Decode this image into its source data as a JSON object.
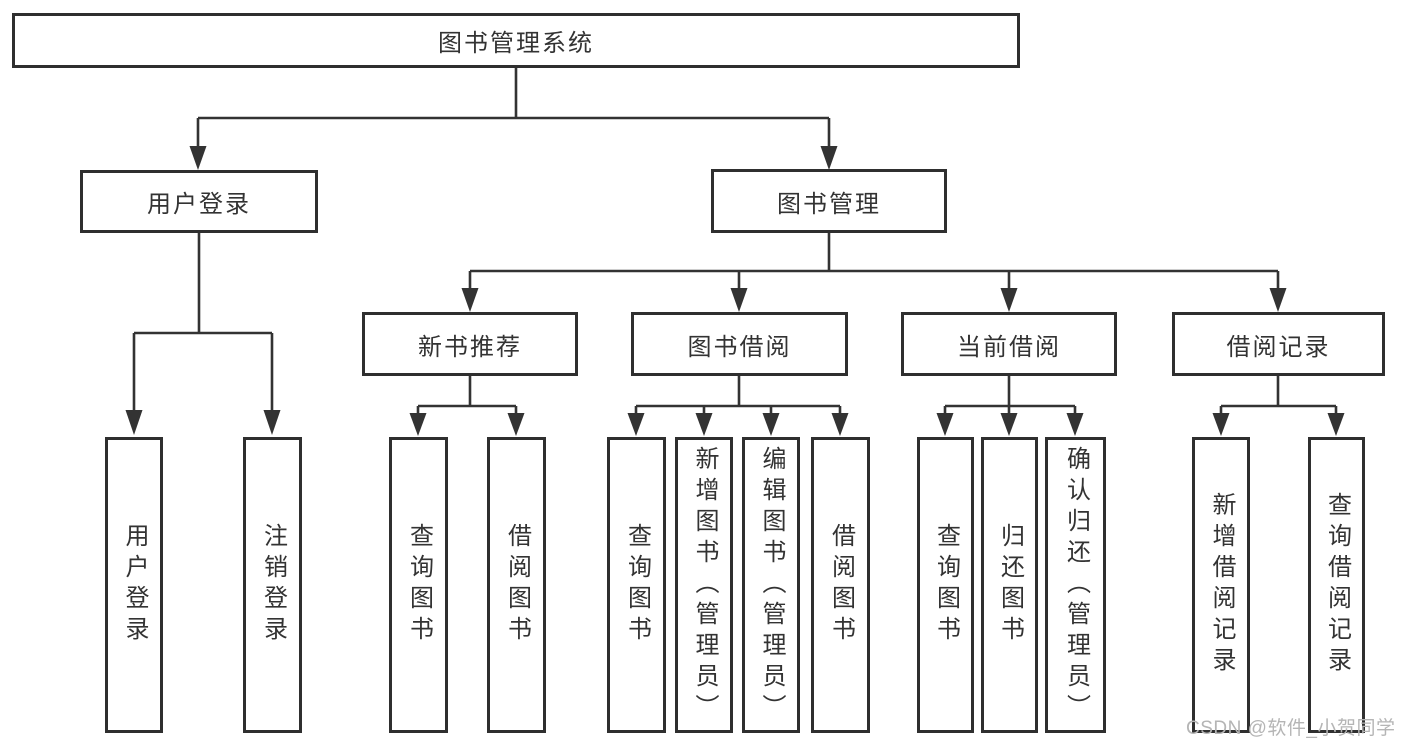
{
  "tree": {
    "root": "图书管理系统",
    "branches": [
      {
        "label": "用户登录",
        "children": [
          "用户登录",
          "注销登录"
        ]
      },
      {
        "label": "图书管理",
        "groups": [
          {
            "label": "新书推荐",
            "children": [
              "查询图书",
              "借阅图书"
            ]
          },
          {
            "label": "图书借阅",
            "children": [
              "查询图书",
              "新增图书（管理员）",
              "编辑图书（管理员）",
              "借阅图书"
            ]
          },
          {
            "label": "当前借阅",
            "children": [
              "查询图书",
              "归还图书",
              "确认归还（管理员）"
            ]
          },
          {
            "label": "借阅记录",
            "children": [
              "新增借阅记录",
              "查询借阅记录"
            ]
          }
        ]
      }
    ]
  },
  "watermark": {
    "text": "CSDN @软件_小贺同学"
  },
  "colors": {
    "line": "#333333",
    "box_border": "#2f2f2f",
    "text": "#333333",
    "watermark": "#b5b5b5",
    "background": "#ffffff"
  }
}
